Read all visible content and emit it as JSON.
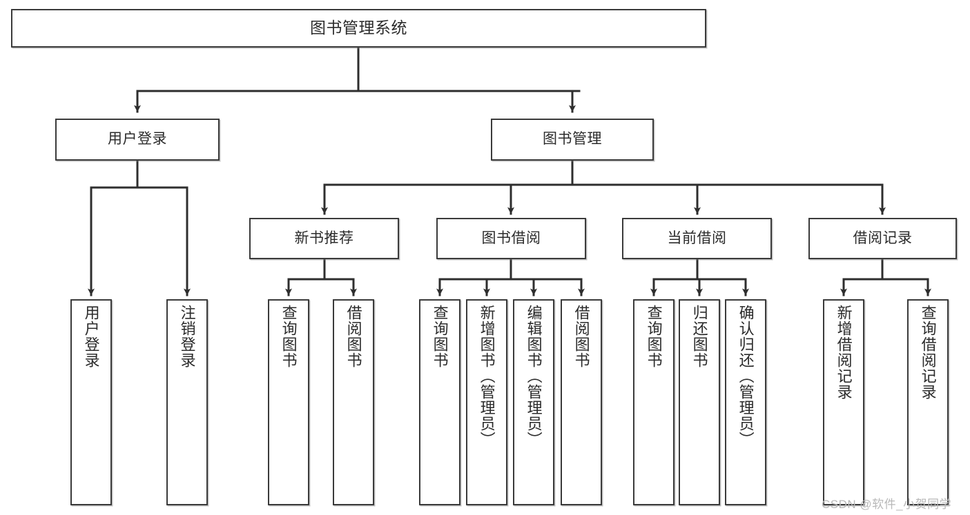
{
  "diagram": {
    "title": "图书管理系统",
    "type": "hierarchy-tree",
    "colors": {
      "box_border": "#3a3a3a",
      "box_fill": "#ffffff",
      "line": "#2e2e2e",
      "text": "#2b2b2b",
      "watermark": "#b8b8b8",
      "background": "#ffffff"
    },
    "root": {
      "label": "图书管理系统"
    },
    "level2": [
      {
        "label": "用户登录"
      },
      {
        "label": "图书管理"
      }
    ],
    "level3": [
      {
        "label": "新书推荐"
      },
      {
        "label": "图书借阅"
      },
      {
        "label": "当前借阅"
      },
      {
        "label": "借阅记录"
      }
    ],
    "leaves": {
      "user_login": [
        {
          "label": "用户登录"
        },
        {
          "label": "注销登录"
        }
      ],
      "new_book_recommend": [
        {
          "label": "查询图书"
        },
        {
          "label": "借阅图书"
        }
      ],
      "book_borrow": [
        {
          "label": "查询图书"
        },
        {
          "label": "新增图书（管理员）"
        },
        {
          "label": "编辑图书（管理员）"
        },
        {
          "label": "借阅图书"
        }
      ],
      "current_borrow": [
        {
          "label": "查询图书"
        },
        {
          "label": "归还图书"
        },
        {
          "label": "确认归还（管理员）"
        }
      ],
      "borrow_records": [
        {
          "label": "新增借阅记录"
        },
        {
          "label": "查询借阅记录"
        }
      ]
    }
  },
  "watermark": {
    "text": "CSDN @软件_小贺同学"
  }
}
